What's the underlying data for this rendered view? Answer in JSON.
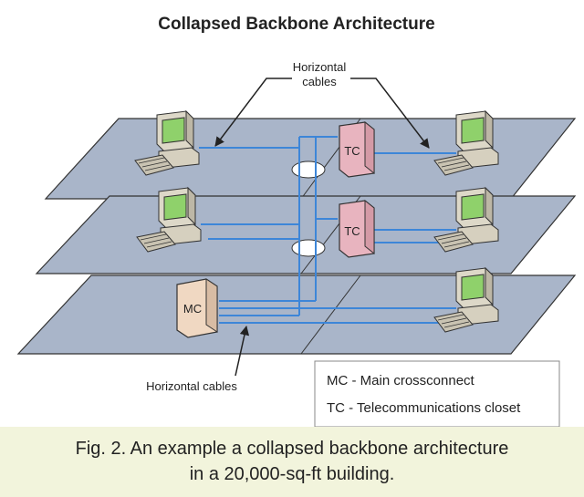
{
  "diagram": {
    "title": "Collapsed Backbone Architecture",
    "callout_top": [
      "Horizontal",
      "cables"
    ],
    "callout_bottom": "Horizontal cables",
    "closets": {
      "tc_upper": "TC",
      "tc_middle": "TC",
      "mc": "MC"
    },
    "legend": {
      "line1": "MC - Main crossconnect",
      "line2": "TC - Telecommunications closet"
    },
    "colors": {
      "floor": "#a9b5c9",
      "cable": "#3d86d8",
      "closet": "#e8b4bf",
      "mc_box": "#f0d8c2",
      "monitor_screen": "#8fd16b"
    }
  },
  "caption": {
    "line1": "Fig. 2. An example a collapsed backbone architecture",
    "line2": "in a 20,000-sq-ft building."
  }
}
